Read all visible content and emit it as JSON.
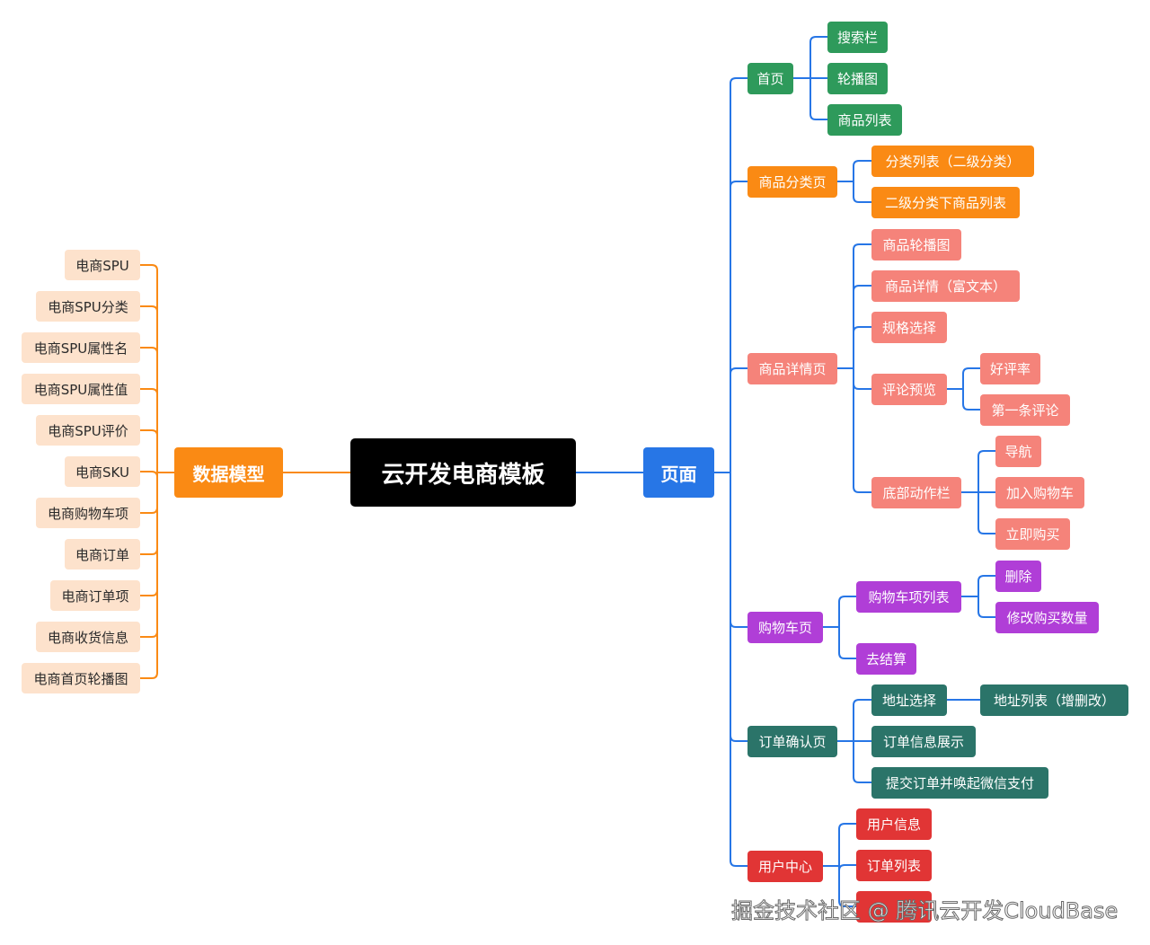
{
  "root": {
    "label": "云开发电商模板"
  },
  "data_model": {
    "label": "数据模型",
    "items": [
      "电商SPU",
      "电商SPU分类",
      "电商SPU属性名",
      "电商SPU属性值",
      "电商SPU评价",
      "电商SKU",
      "电商购物车项",
      "电商订单",
      "电商订单项",
      "电商收货信息",
      "电商首页轮播图"
    ]
  },
  "pages": {
    "label": "页面",
    "home": {
      "label": "首页",
      "children": [
        "搜索栏",
        "轮播图",
        "商品列表"
      ]
    },
    "category": {
      "label": "商品分类页",
      "children": [
        "分类列表（二级分类）",
        "二级分类下商品列表"
      ]
    },
    "detail": {
      "label": "商品详情页",
      "carousel": "商品轮播图",
      "rich_text": "商品详情（富文本）",
      "spec": "规格选择",
      "review": {
        "label": "评论预览",
        "children": [
          "好评率",
          "第一条评论"
        ]
      },
      "bottom_bar": {
        "label": "底部动作栏",
        "children": [
          "导航",
          "加入购物车",
          "立即购买"
        ]
      }
    },
    "cart": {
      "label": "购物车页",
      "item_list": {
        "label": "购物车项列表",
        "children": [
          "删除",
          "修改购买数量"
        ]
      },
      "checkout": "去结算"
    },
    "order_confirm": {
      "label": "订单确认页",
      "address": {
        "label": "地址选择",
        "children": [
          "地址列表（增删改）"
        ]
      },
      "order_info": "订单信息展示",
      "submit": "提交订单并唤起微信支付"
    },
    "user_center": {
      "label": "用户中心",
      "children": [
        "用户信息",
        "订单列表",
        ""
      ]
    }
  },
  "watermark": "掘金技术社区 @ 腾讯云开发CloudBase",
  "colors": {
    "root": "#000000",
    "data_model": "#fa8a14",
    "pages": "#2776e6",
    "home": "#2e9a5b",
    "category": "#fa8a14",
    "detail": "#f5837a",
    "cart": "#b03ed7",
    "order_confirm": "#2b7469",
    "user_center": "#e13535",
    "model_item": "#fde2cc",
    "link_pages": "#2776e6"
  }
}
